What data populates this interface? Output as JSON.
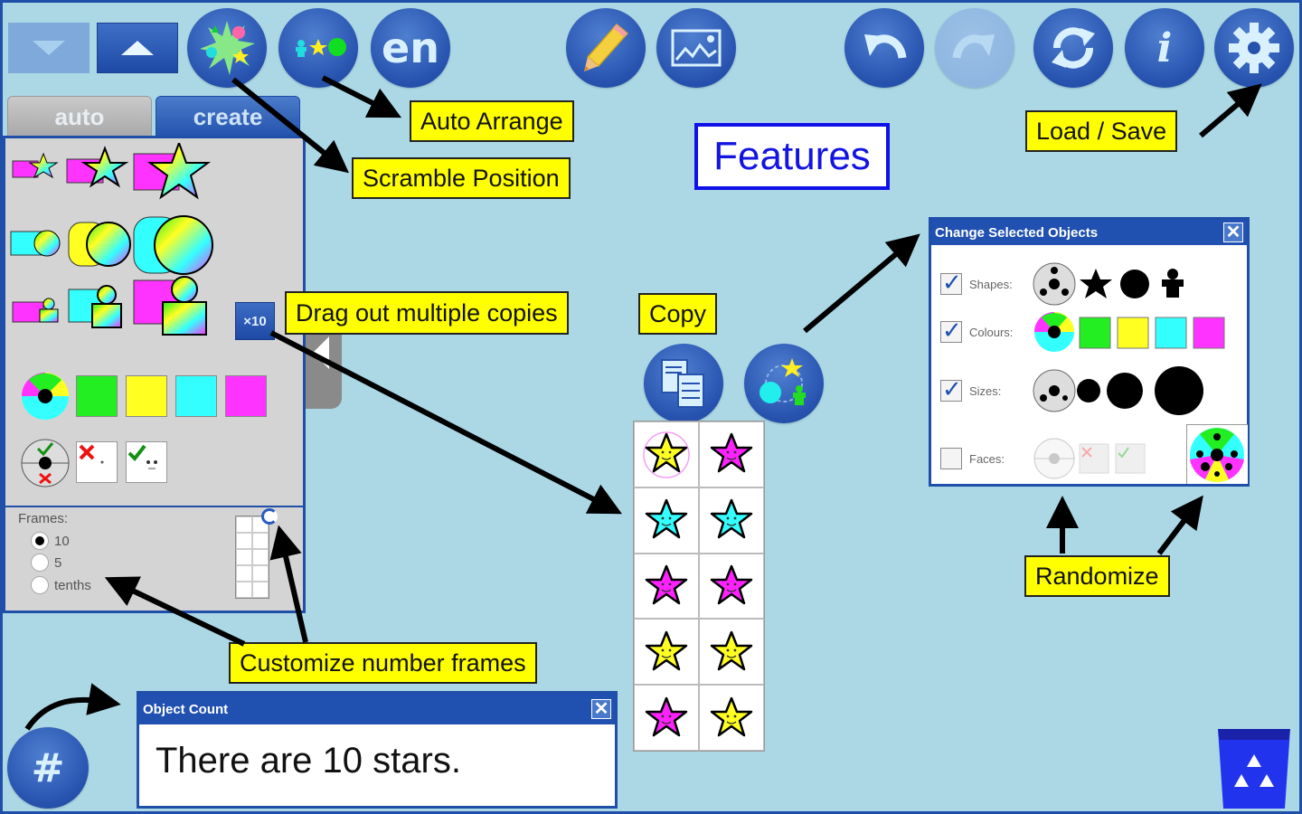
{
  "toolbar": {
    "scroll_down": {
      "icon": "triangle-down-icon",
      "disabled": true
    },
    "scroll_up": {
      "icon": "triangle-up-icon"
    },
    "scramble": {
      "icon": "scramble-splat-icon"
    },
    "auto_arrange": {
      "icon": "auto-arrange-icon"
    },
    "language": {
      "label": "en"
    },
    "draw": {
      "icon": "pencil-icon"
    },
    "background": {
      "icon": "image-icon"
    },
    "undo": {
      "icon": "undo-icon"
    },
    "redo": {
      "icon": "redo-icon",
      "disabled": true
    },
    "reset": {
      "icon": "refresh-icon"
    },
    "info": {
      "label": "i"
    },
    "settings": {
      "icon": "gear-icon"
    }
  },
  "tabs": [
    {
      "label": "auto",
      "active": false
    },
    {
      "label": "create",
      "active": true
    }
  ],
  "panel": {
    "shapes": [
      {
        "shape": "star",
        "size": "small"
      },
      {
        "shape": "star",
        "size": "medium"
      },
      {
        "shape": "star",
        "size": "large"
      },
      {
        "shape": "circle",
        "size": "small"
      },
      {
        "shape": "circle",
        "size": "medium"
      },
      {
        "shape": "circle",
        "size": "large"
      },
      {
        "shape": "person",
        "size": "small"
      },
      {
        "shape": "person",
        "size": "medium"
      },
      {
        "shape": "person",
        "size": "large"
      }
    ],
    "multiplier_label": "×10",
    "colors": [
      "#22ee22",
      "#ffff22",
      "#33ffff",
      "#ff33ff"
    ],
    "faces": [
      "random-face",
      "no-face",
      "face"
    ],
    "frames_label": "Frames:",
    "frame_options": [
      {
        "label": "10",
        "selected": true
      },
      {
        "label": "5",
        "selected": false
      },
      {
        "label": "tenths",
        "selected": false
      }
    ]
  },
  "callouts": {
    "auto_arrange": "Auto Arrange",
    "scramble": "Scramble Position",
    "load_save": "Load / Save",
    "drag_copies": "Drag out multiple copies",
    "copy": "Copy",
    "randomize": "Randomize",
    "number_frames": "Customize number frames"
  },
  "features_title": "Features",
  "change_dialog": {
    "title": "Change Selected Objects",
    "rows": [
      {
        "label": "Shapes:",
        "checked": true
      },
      {
        "label": "Colours:",
        "checked": true
      },
      {
        "label": "Sizes:",
        "checked": true
      },
      {
        "label": "Faces:",
        "checked": false
      }
    ],
    "colors": [
      "#22ee22",
      "#ffff22",
      "#33ffff",
      "#ff33ff"
    ]
  },
  "star_grid": {
    "colors": [
      "#ffff22",
      "#ff22ff",
      "#33ffff",
      "#33ffff",
      "#ff22ff",
      "#ff22ff",
      "#ffff22",
      "#ffff22",
      "#ff22ff",
      "#ffff22"
    ],
    "selected_index": 0
  },
  "count_dialog": {
    "title": "Object Count",
    "text": "There are 10 stars."
  },
  "count_button": {
    "label": "#"
  },
  "close_label": "✕"
}
